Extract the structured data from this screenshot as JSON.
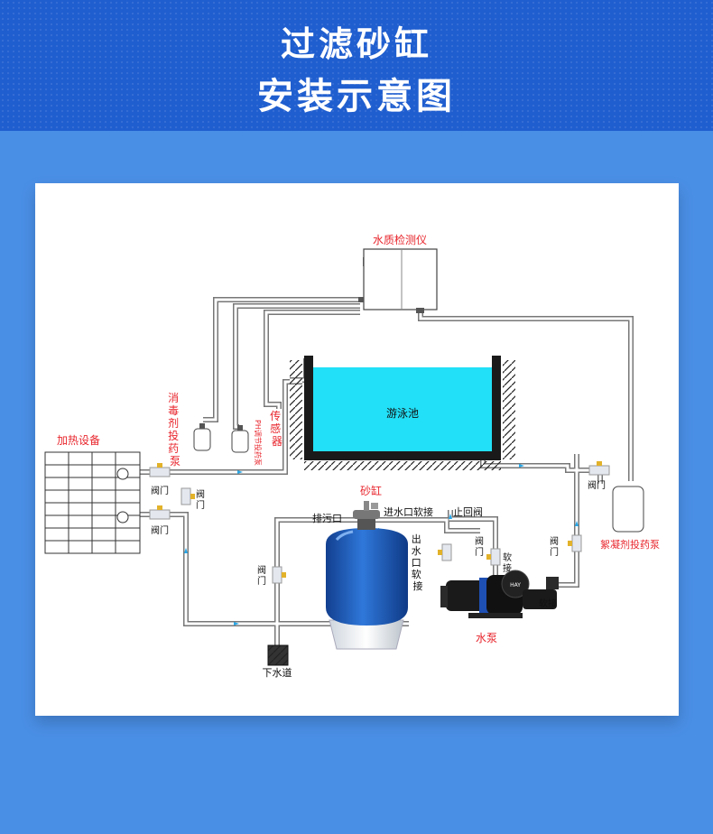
{
  "header": {
    "title_line1": "过滤砂缸",
    "title_line2": "安装示意图"
  },
  "diagram": {
    "water_quality_meter": "水质检测仪",
    "pool": "游泳池",
    "heating_equipment": "加热设备",
    "disinfectant_pump": [
      "消",
      "毒",
      "剂",
      "投",
      "药",
      "泵"
    ],
    "ph_pump": "PH调节投药泵",
    "sensor": [
      "传",
      "感",
      "器"
    ],
    "sand_tank": "砂缸",
    "drain_outlet": "排污口",
    "inlet_hose": "进水口软接",
    "check_valve": "止回阀",
    "outlet_hose": [
      "出",
      "水",
      "口",
      "软",
      "接"
    ],
    "valve_vertical": [
      "阀",
      "门"
    ],
    "valve": "阀门",
    "hose_vertical": [
      "软",
      "接"
    ],
    "hose": "软接",
    "flocculant_pump": "絮凝剂投药泵",
    "water_pump": "水泵",
    "sewer": "下水道",
    "pump_badge": "HAY"
  },
  "colors": {
    "header_bg": "#1f5ecf",
    "page_bg": "#4a8fe6",
    "pool_water": "#21e0f7",
    "label_red": "#e8262d",
    "tank_blue": "#1d5fbf",
    "flow_arrow": "#2aa8e8"
  }
}
